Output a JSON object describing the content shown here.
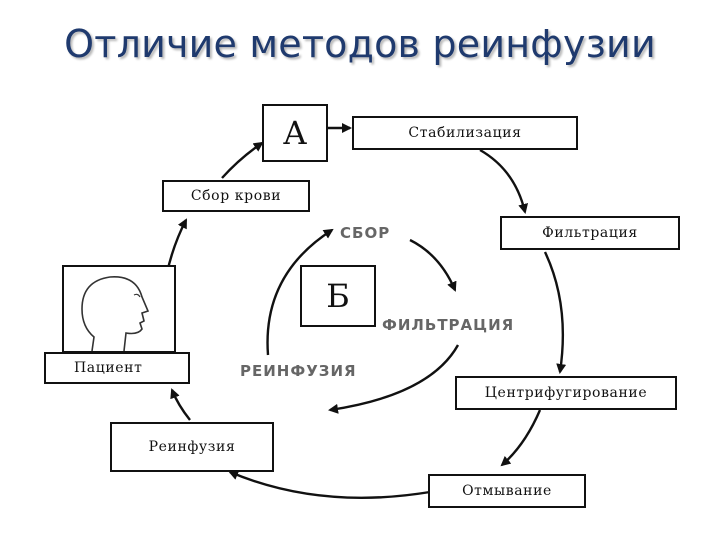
{
  "title": "Отличие методов реинфузии",
  "diagram": {
    "letters": {
      "a": "А",
      "b": "Б"
    },
    "outer_steps": {
      "stabilization": "Стабилизация",
      "filtration": "Фильтрация",
      "centrifugation": "Центрифугирование",
      "washing": "Отмывание",
      "reinfusion": "Реинфузия",
      "patient": "Пациент",
      "collection": "Сбор крови"
    },
    "inner_steps": {
      "collection": "СБОР",
      "filtration": "ФИЛЬТРАЦИЯ",
      "reinfusion": "РЕИНФУЗИЯ"
    },
    "patient_image": "patient-head-icon",
    "colors": {
      "title": "#1f3a6e",
      "lines": "#111111",
      "inner_text": "#666666"
    }
  }
}
